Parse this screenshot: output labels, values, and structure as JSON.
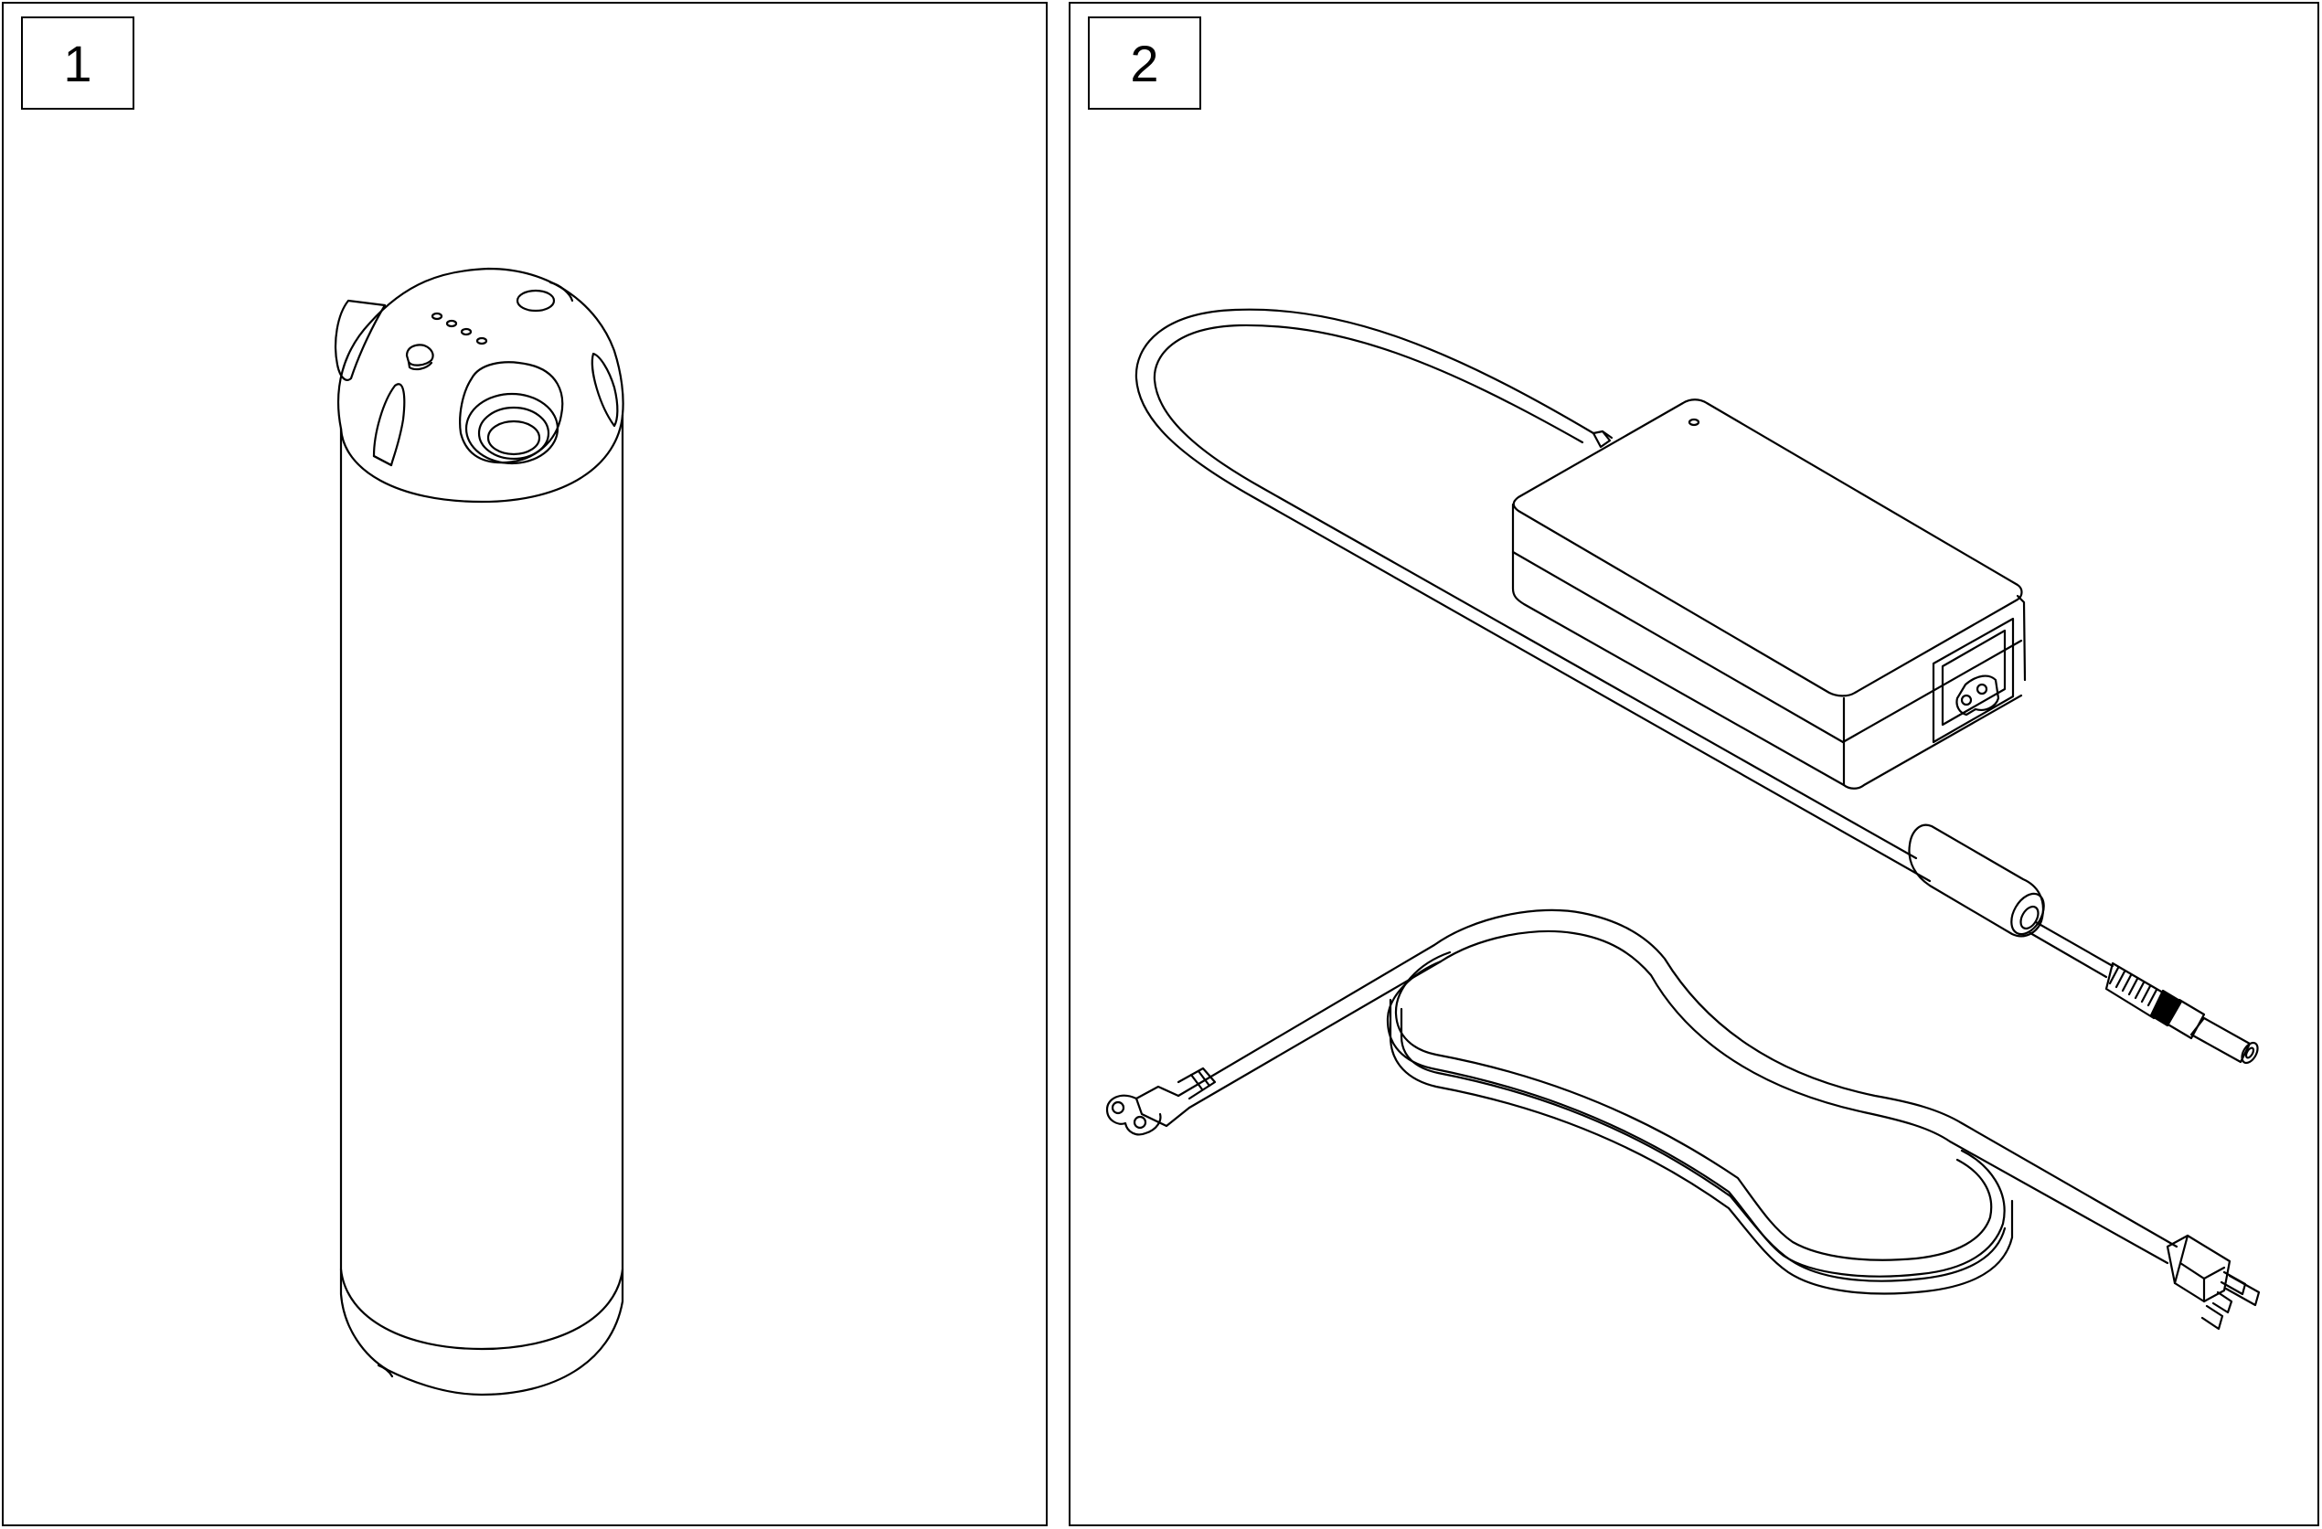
{
  "panels": [
    {
      "number": "1",
      "item": "battery-pack"
    },
    {
      "number": "2",
      "item": "charger-with-power-cord"
    }
  ],
  "colors": {
    "stroke": "#000000",
    "background": "#ffffff"
  }
}
